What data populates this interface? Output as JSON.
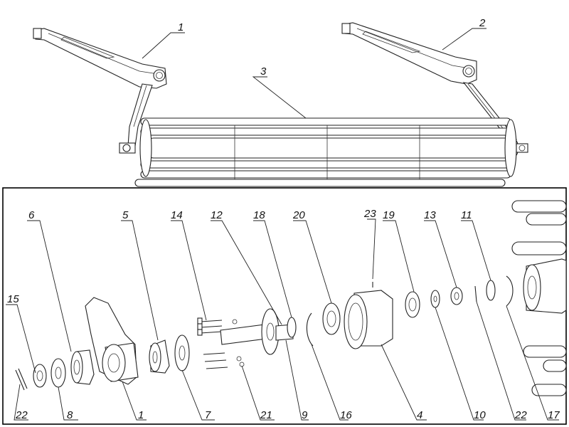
{
  "overview_callouts": [
    {
      "id": "top-1",
      "label": "1"
    },
    {
      "id": "top-2",
      "label": "2"
    },
    {
      "id": "top-3",
      "label": "3"
    }
  ],
  "detail_callouts_top": [
    {
      "id": "c15",
      "label": "15"
    },
    {
      "id": "c6",
      "label": "6"
    },
    {
      "id": "c5",
      "label": "5"
    },
    {
      "id": "c14",
      "label": "14"
    },
    {
      "id": "c12",
      "label": "12"
    },
    {
      "id": "c18",
      "label": "18"
    },
    {
      "id": "c20",
      "label": "20"
    },
    {
      "id": "c23",
      "label": "23"
    },
    {
      "id": "c19",
      "label": "19"
    },
    {
      "id": "c13",
      "label": "13"
    },
    {
      "id": "c11",
      "label": "11"
    }
  ],
  "detail_callouts_bottom": [
    {
      "id": "b22a",
      "label": "22"
    },
    {
      "id": "b8",
      "label": "8"
    },
    {
      "id": "b1",
      "label": "1"
    },
    {
      "id": "b7",
      "label": "7"
    },
    {
      "id": "b21",
      "label": "21"
    },
    {
      "id": "b9",
      "label": "9"
    },
    {
      "id": "b16",
      "label": "16"
    },
    {
      "id": "b4",
      "label": "4"
    },
    {
      "id": "b10",
      "label": "10"
    },
    {
      "id": "b22b",
      "label": "22"
    },
    {
      "id": "b17",
      "label": "17"
    }
  ]
}
